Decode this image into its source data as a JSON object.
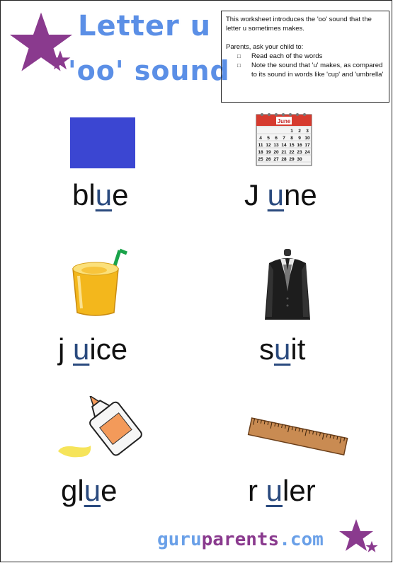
{
  "title": {
    "line1": "Letter u",
    "line2": "'oo' sound"
  },
  "info": {
    "intro": "This worksheet introduces the 'oo' sound that the letter u sometimes makes.",
    "parents": "Parents, ask your child to:",
    "bullets": [
      "Read each of the words",
      "Note the sound that 'u' makes, as compared to its sound in words like 'cup' and 'umbrella'"
    ],
    "bullet_glyph": "□"
  },
  "words": [
    {
      "before": "bl",
      "highlight": "u",
      "after": "e",
      "picture": "blue-square"
    },
    {
      "before": "J ",
      "highlight": "u",
      "after": "ne",
      "picture": "calendar-icon"
    },
    {
      "before": "j ",
      "highlight": "u",
      "after": "ice",
      "picture": "juice-glass"
    },
    {
      "before": "s",
      "highlight": "u",
      "after": "it",
      "picture": "suit"
    },
    {
      "before": "gl",
      "highlight": "u",
      "after": "e",
      "picture": "glue-bottle"
    },
    {
      "before": "r ",
      "highlight": "u",
      "after": "ler",
      "picture": "ruler"
    }
  ],
  "calendar": {
    "month": "June",
    "days": [
      "1",
      "2",
      "3",
      "4",
      "5",
      "6",
      "7",
      "8",
      "9",
      "10",
      "11",
      "12",
      "13",
      "14",
      "15",
      "16",
      "17",
      "18",
      "19",
      "20",
      "21",
      "22",
      "23",
      "24",
      "25",
      "26",
      "27",
      "28",
      "29",
      "30"
    ]
  },
  "footer": {
    "part1": "guru",
    "part2": "parents",
    "part3": ".com"
  },
  "colors": {
    "title": "#5b8fe6",
    "star": "#8a3a8e",
    "blue_square": "#3b46d2",
    "highlight": "#2a4a7e"
  }
}
